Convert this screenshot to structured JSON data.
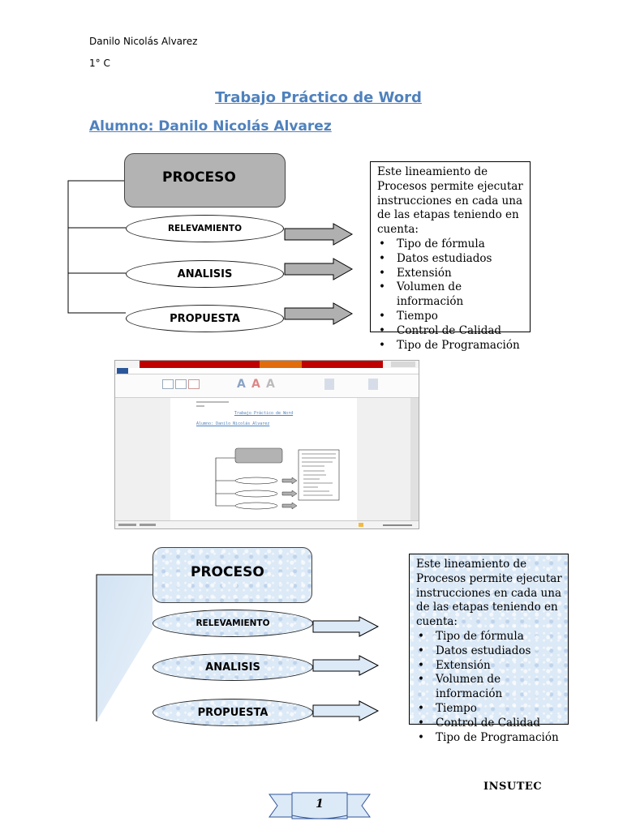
{
  "header": {
    "author": "Danilo Nicolás Alvarez",
    "grade": "1° C"
  },
  "title": "Trabajo Práctico de Word",
  "student": "Alumno: Danilo Nicolás Alvarez",
  "diagram": {
    "process_label": "PROCESO",
    "steps": [
      "RELEVAMIENTO",
      "ANALISIS",
      "PROPUESTA"
    ],
    "description": "Este lineamiento de Procesos permite ejecutar instrucciones en cada una de las etapas teniendo en cuenta:",
    "items": [
      "Tipo de fórmula",
      "Datos estudiados",
      "Extensión",
      "Volumen de información",
      "Tiempo",
      "Control de Calidad",
      "Tipo de Programación"
    ]
  },
  "screenshot": {
    "doc_title": "Trabajo Práctico de Word",
    "doc_student": "Alumno: Danilo Nicolás Alvarez"
  },
  "footer": {
    "company": "INSUTEC",
    "page": "1"
  },
  "colors": {
    "title_blue": "#4f81bd",
    "process_gray": "#b3b3b3",
    "texture_blue": "#dce9f6",
    "ribbon_red": "#c00000"
  }
}
